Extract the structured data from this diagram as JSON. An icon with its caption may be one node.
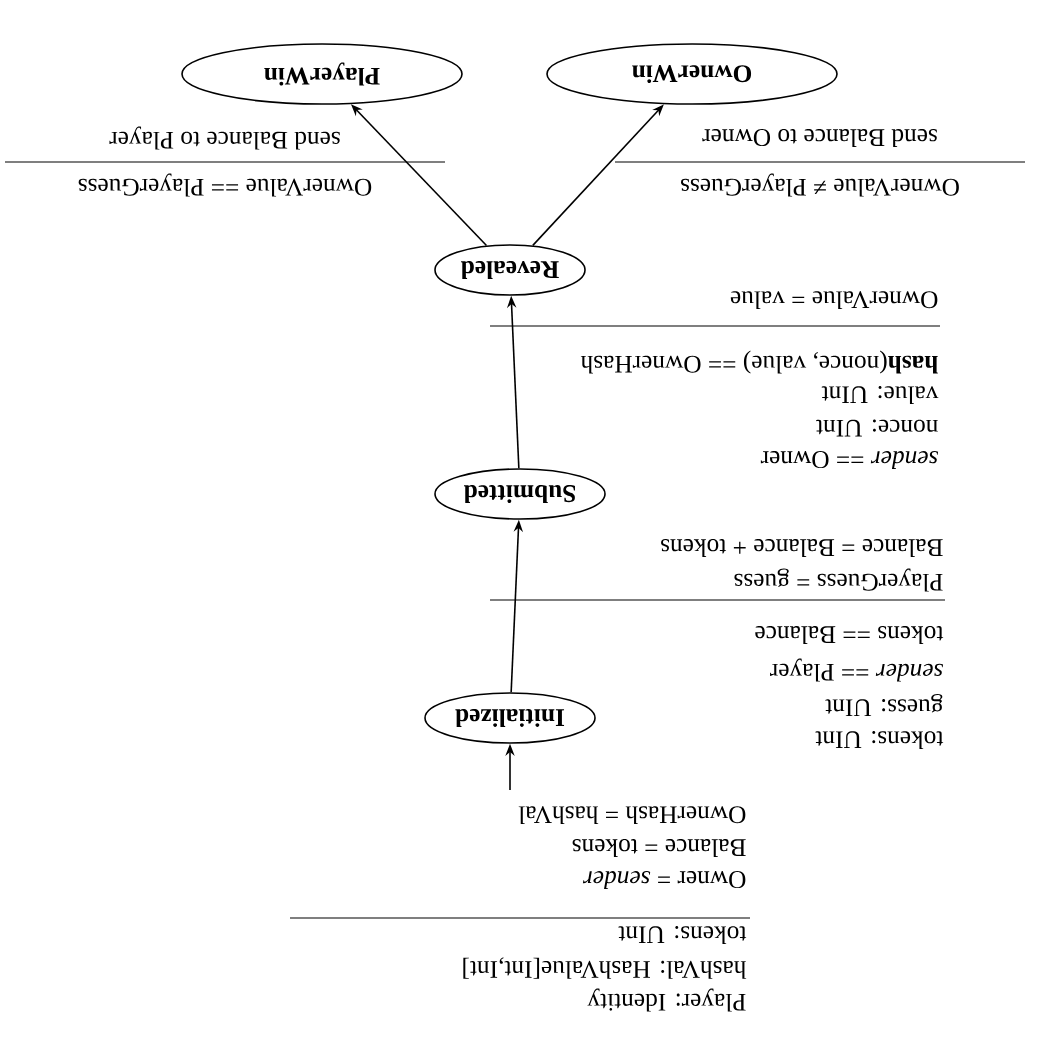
{
  "diagram": {
    "nodes": [
      {
        "text": [
          "Initialized"
        ]
      },
      {
        "text": [
          "Submitted"
        ]
      },
      {
        "text": [
          "Revealed"
        ]
      },
      {
        "text": [
          "OwnerWin"
        ]
      },
      {
        "text": [
          "PlayerWin"
        ]
      }
    ],
    "edges": [
      {
        "from": null,
        "to": 0,
        "arrow": "to"
      },
      {
        "from": 0,
        "to": 1,
        "arrow": "to"
      },
      {
        "from": 1,
        "to": 2,
        "arrow": "to"
      },
      {
        "from": 2,
        "to": 3,
        "arrow": "to"
      },
      {
        "from": 2,
        "to": 4,
        "arrow": "to"
      }
    ],
    "labels": [
      "Player: Identity",
      "hashVal: HashValue[Int,Int]",
      "tokens: UInt",
      "Owner = *sender*",
      "Balance = tokens",
      "OwnerHash = hashVal",
      "tokens: UInt",
      "guess: UInt",
      "*sender* == Player",
      "tokens == Balance",
      "PlayerGuess = guess",
      "Balance = Balance + tokens",
      "*sender* == Owner",
      "nonce: UInt",
      "value: UInt",
      "**hash**(nonce, value) == OwnerHash",
      "OwnerValue = value",
      "OwnerValue ≠ PlayerGuess",
      "send Balance to Owner",
      "OwnerValue == PlayerGuess",
      "send Balance to Player"
    ]
  }
}
